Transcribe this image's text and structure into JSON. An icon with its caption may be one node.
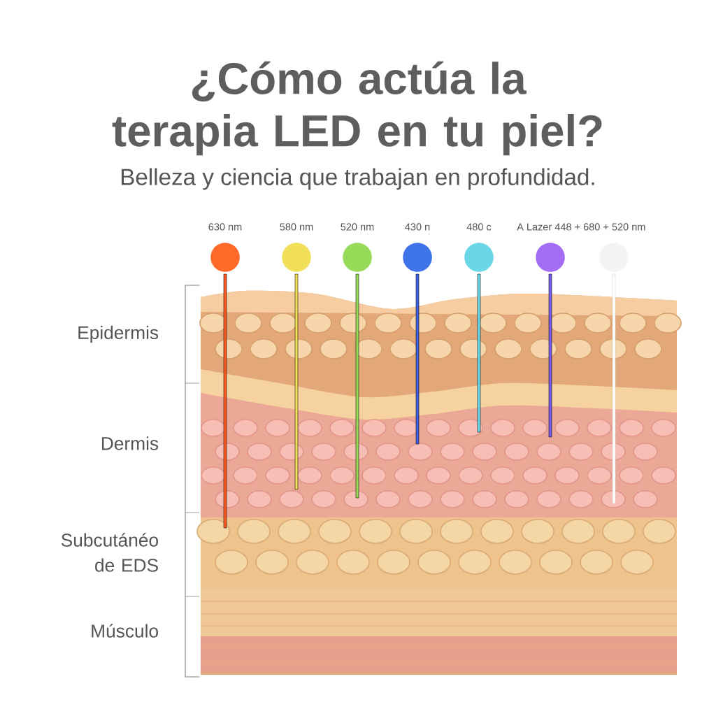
{
  "diagram": {
    "title": "¿Cómo actúa la terapia LED en tu piel?",
    "caption": "Belleza y ciencia que trabajan en profundidad.",
    "nodes": [
      {
        "text": [
          "630 nm"
        ]
      },
      {
        "text": [
          "580 nm"
        ]
      },
      {
        "text": [
          "520 nm"
        ]
      },
      {
        "text": [
          "430 n"
        ]
      },
      {
        "text": [
          "480 c"
        ]
      },
      {
        "text": [
          "A Lazer 448 + 680 + 520 nm"
        ]
      },
      {
        "text": [],
        "shape": "circle"
      }
    ],
    "labels": [
      "Epidermis",
      "Dermis",
      "Subcutánéo de EDS",
      "Músculo"
    ]
  }
}
